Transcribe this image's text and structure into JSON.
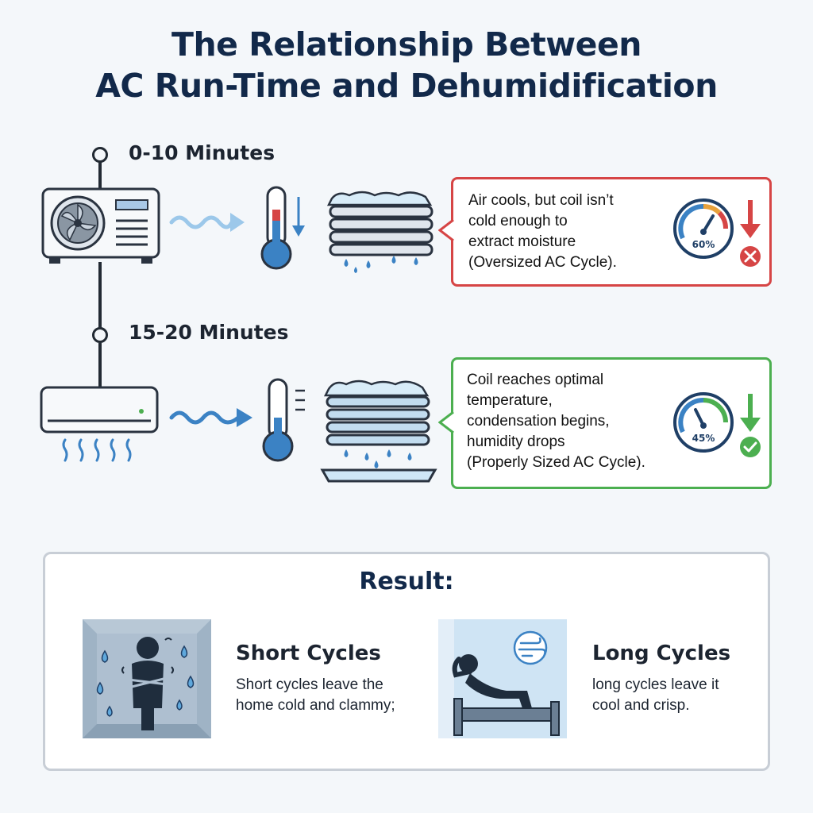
{
  "title": {
    "line1": "The Relationship Between",
    "line2": "AC Run-Time and Dehumidification"
  },
  "steps": [
    {
      "label": "0-10 Minutes",
      "callout_lines": [
        "Air cools, but coil isn’t",
        "cold enough to",
        "extract moisture",
        "(Oversized AC Cycle)."
      ],
      "gauge_value": "60%",
      "status": "fail",
      "accent": "#d64545"
    },
    {
      "label": "15-20 Minutes",
      "callout_lines": [
        "Coil reaches optimal",
        "temperature,",
        "condensation begins,",
        "humidity drops",
        "(Properly Sized AC Cycle)."
      ],
      "gauge_value": "45%",
      "status": "pass",
      "accent": "#4caf50"
    }
  ],
  "result": {
    "title": "Result:",
    "short": {
      "heading": "Short Cycles",
      "lines": [
        "Short cycles leave the",
        "home cold and clammy;"
      ]
    },
    "long": {
      "heading": "Long Cycles",
      "lines": [
        "long cycles leave it",
        "cool and crisp."
      ]
    }
  },
  "icons": {
    "outdoor_unit": "outdoor-ac-unit-icon",
    "indoor_unit": "wall-ac-unit-icon",
    "airflow": "airflow-arrow-icon",
    "thermometer": "thermometer-icon",
    "coil": "evaporator-coil-icon",
    "gauge": "humidity-gauge-icon",
    "clammy_person": "cold-clammy-person-icon",
    "relaxed_person": "relaxed-person-icon",
    "wind": "wind-icon"
  },
  "colors": {
    "title": "#12294a",
    "red": "#d64545",
    "green": "#4caf50",
    "blue": "#3b82c4"
  }
}
